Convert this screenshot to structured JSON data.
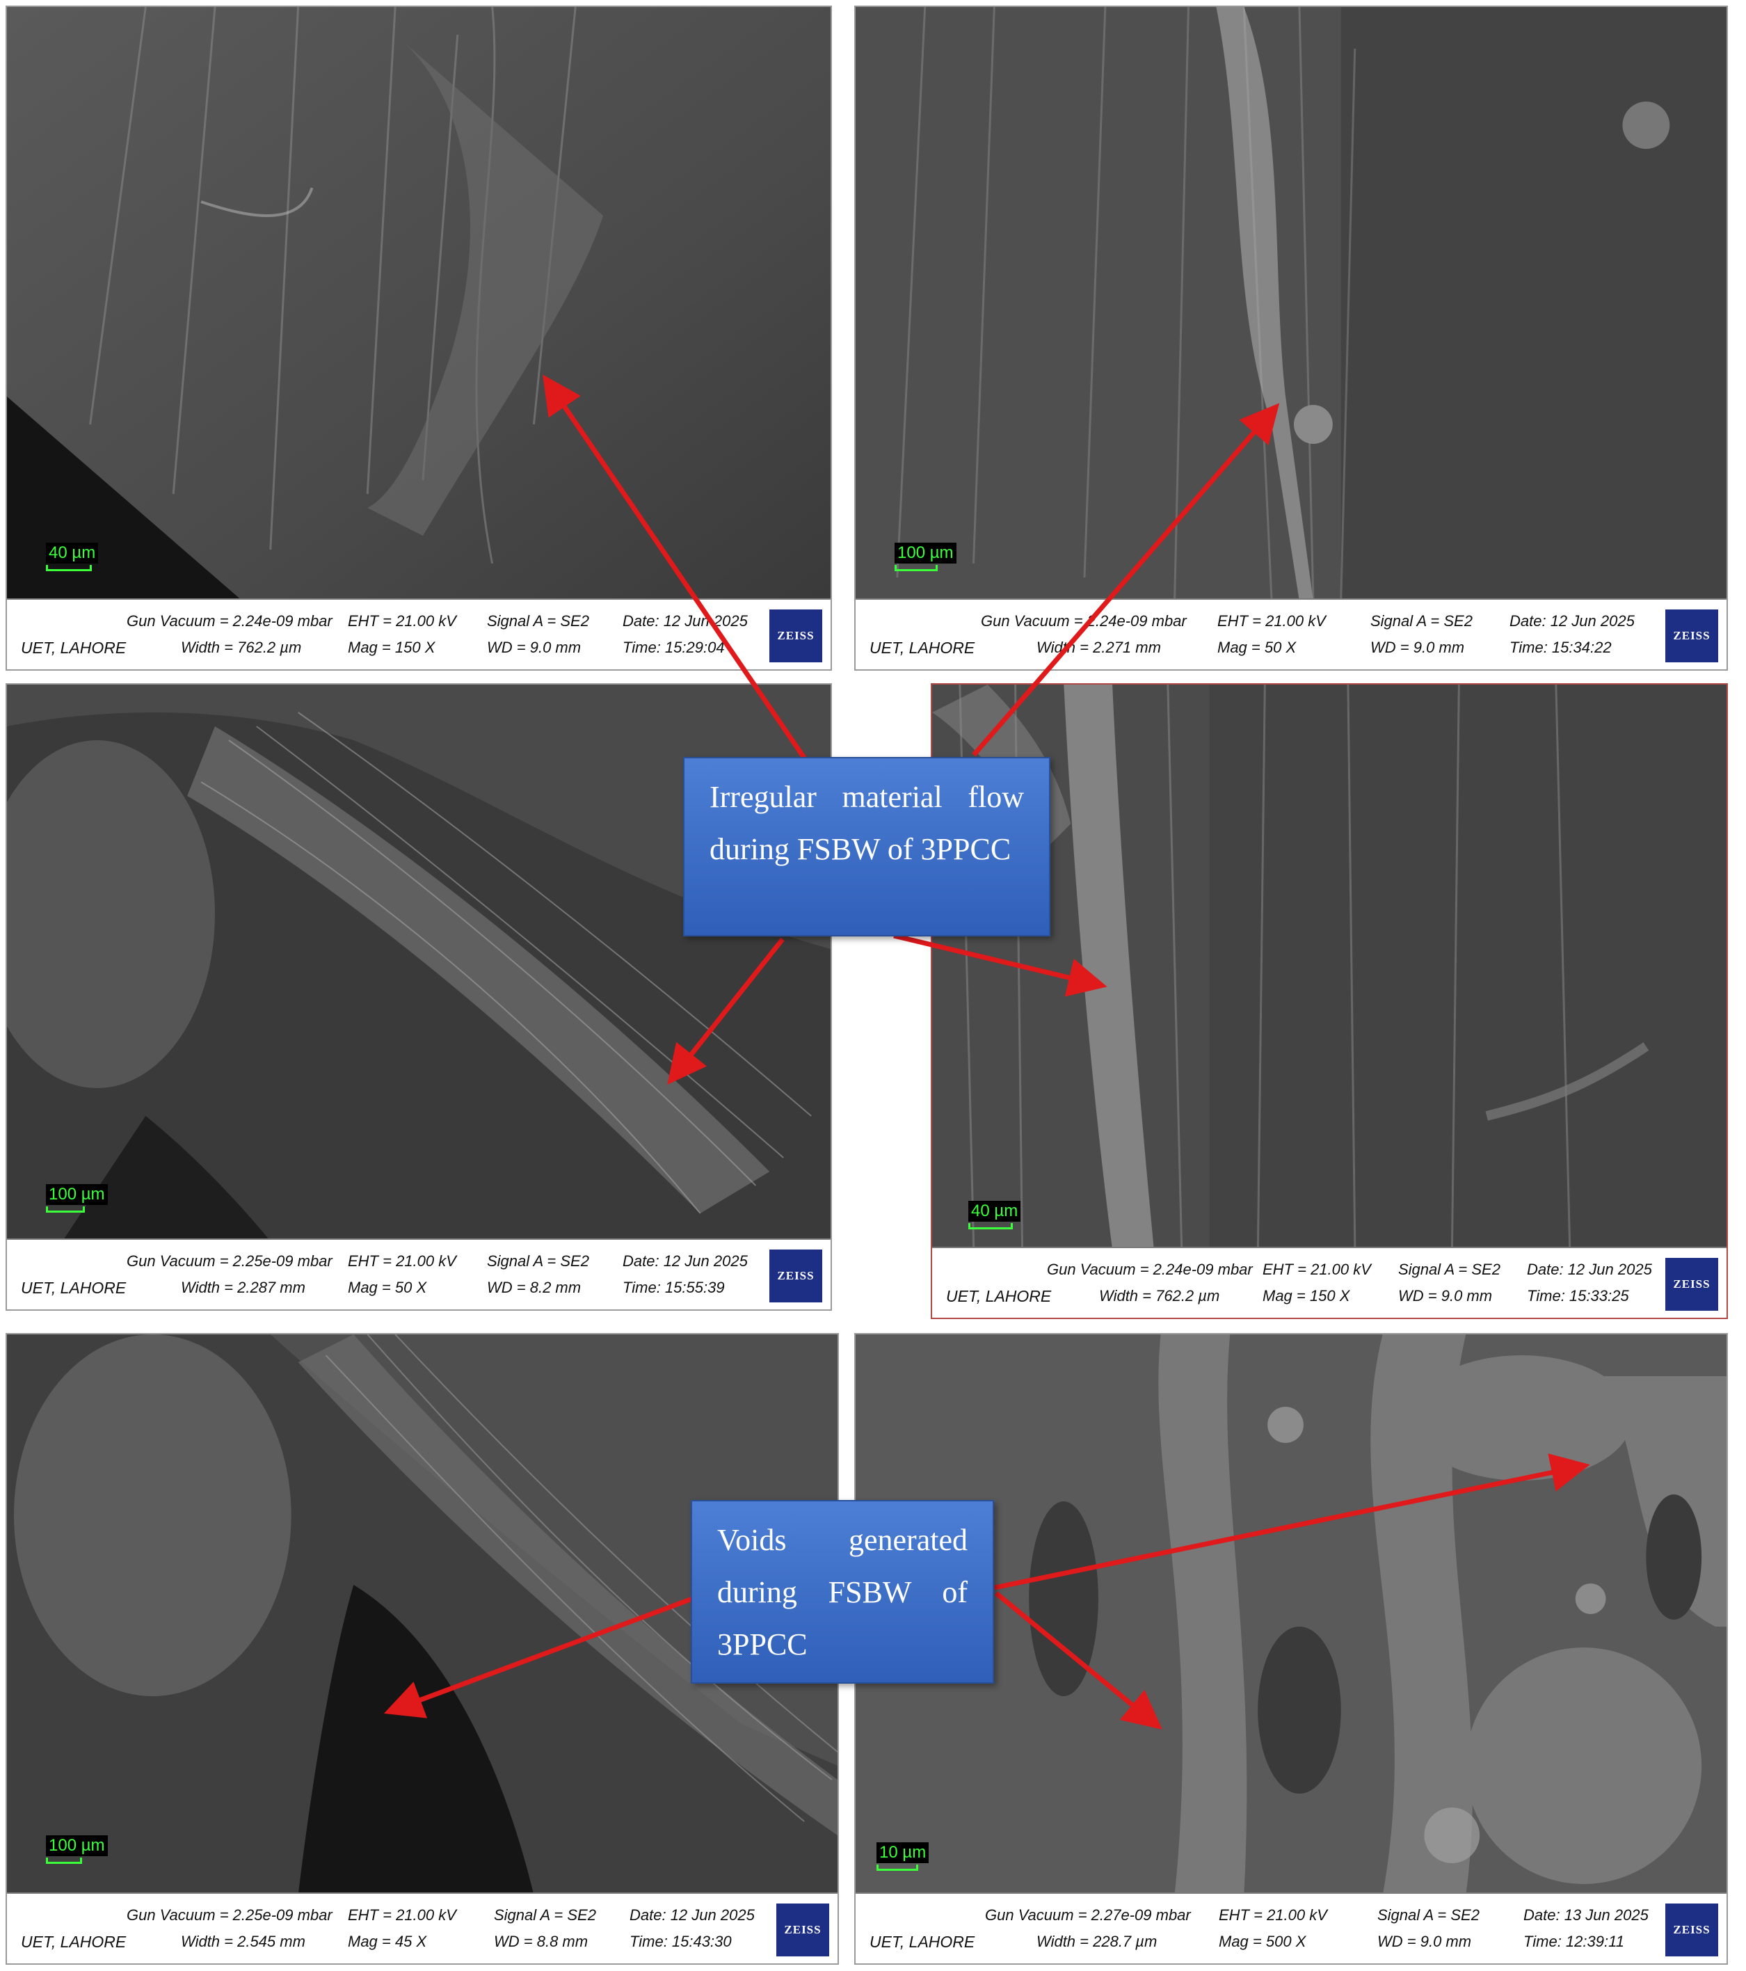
{
  "panels": [
    {
      "lab": "UET, LAHORE",
      "gun_vacuum": "Gun Vacuum = 2.24e-09 mbar",
      "eht": "EHT = 21.00 kV",
      "signal": "Signal A = SE2",
      "date": "Date: 12 Jun 2025",
      "width": "Width = 762.2 µm",
      "mag": "Mag =   150 X",
      "wd": "WD =  9.0 mm",
      "time": "Time: 15:29:04",
      "scale": "40 µm",
      "logo": "ZEISS"
    },
    {
      "lab": "UET, LAHORE",
      "gun_vacuum": "Gun Vacuum = 2.24e-09 mbar",
      "eht": "EHT = 21.00 kV",
      "signal": "Signal A = SE2",
      "date": "Date: 12 Jun 2025",
      "width": "Width = 2.271 mm",
      "mag": "Mag =    50 X",
      "wd": "WD =  9.0 mm",
      "time": "Time: 15:34:22",
      "scale": "100 µm",
      "logo": "ZEISS"
    },
    {
      "lab": "UET, LAHORE",
      "gun_vacuum": "Gun Vacuum = 2.25e-09 mbar",
      "eht": "EHT = 21.00 kV",
      "signal": "Signal A = SE2",
      "date": "Date: 12 Jun 2025",
      "width": "Width = 2.287 mm",
      "mag": "Mag =    50 X",
      "wd": "WD =  8.2 mm",
      "time": "Time: 15:55:39",
      "scale": "100 µm",
      "logo": "ZEISS"
    },
    {
      "lab": "UET, LAHORE",
      "gun_vacuum": "Gun Vacuum = 2.24e-09 mbar",
      "eht": "EHT = 21.00 kV",
      "signal": "Signal A = SE2",
      "date": "Date: 12 Jun 2025",
      "width": "Width = 762.2 µm",
      "mag": "Mag =   150 X",
      "wd": "WD =  9.0 mm",
      "time": "Time: 15:33:25",
      "scale": "40 µm",
      "logo": "ZEISS"
    },
    {
      "lab": "UET, LAHORE",
      "gun_vacuum": "Gun Vacuum = 2.25e-09 mbar",
      "eht": "EHT = 21.00 kV",
      "signal": "Signal A = SE2",
      "date": "Date: 12 Jun 2025",
      "width": "Width = 2.545 mm",
      "mag": "Mag =    45 X",
      "wd": "WD =  8.8 mm",
      "time": "Time: 15:43:30",
      "scale": "100 µm",
      "logo": "ZEISS"
    },
    {
      "lab": "UET, LAHORE",
      "gun_vacuum": "Gun Vacuum = 2.27e-09 mbar",
      "eht": "EHT = 21.00 kV",
      "signal": "Signal A = SE2",
      "date": "Date: 13 Jun 2025",
      "width": "Width = 228.7 µm",
      "mag": "Mag =   500 X",
      "wd": "WD =  9.0 mm",
      "time": "Time: 12:39:11",
      "scale": "10 µm",
      "logo": "ZEISS"
    }
  ],
  "callouts": {
    "flow": "Irregular material flow during FSBW of 3PPCC",
    "voids": "Voids generated during FSBW of 3PPCC"
  },
  "colors": {
    "arrow": "#e0191b",
    "callout": "#3f6fc8",
    "scale_text": "#3cff3c",
    "zeiss": "#1c2f85"
  }
}
